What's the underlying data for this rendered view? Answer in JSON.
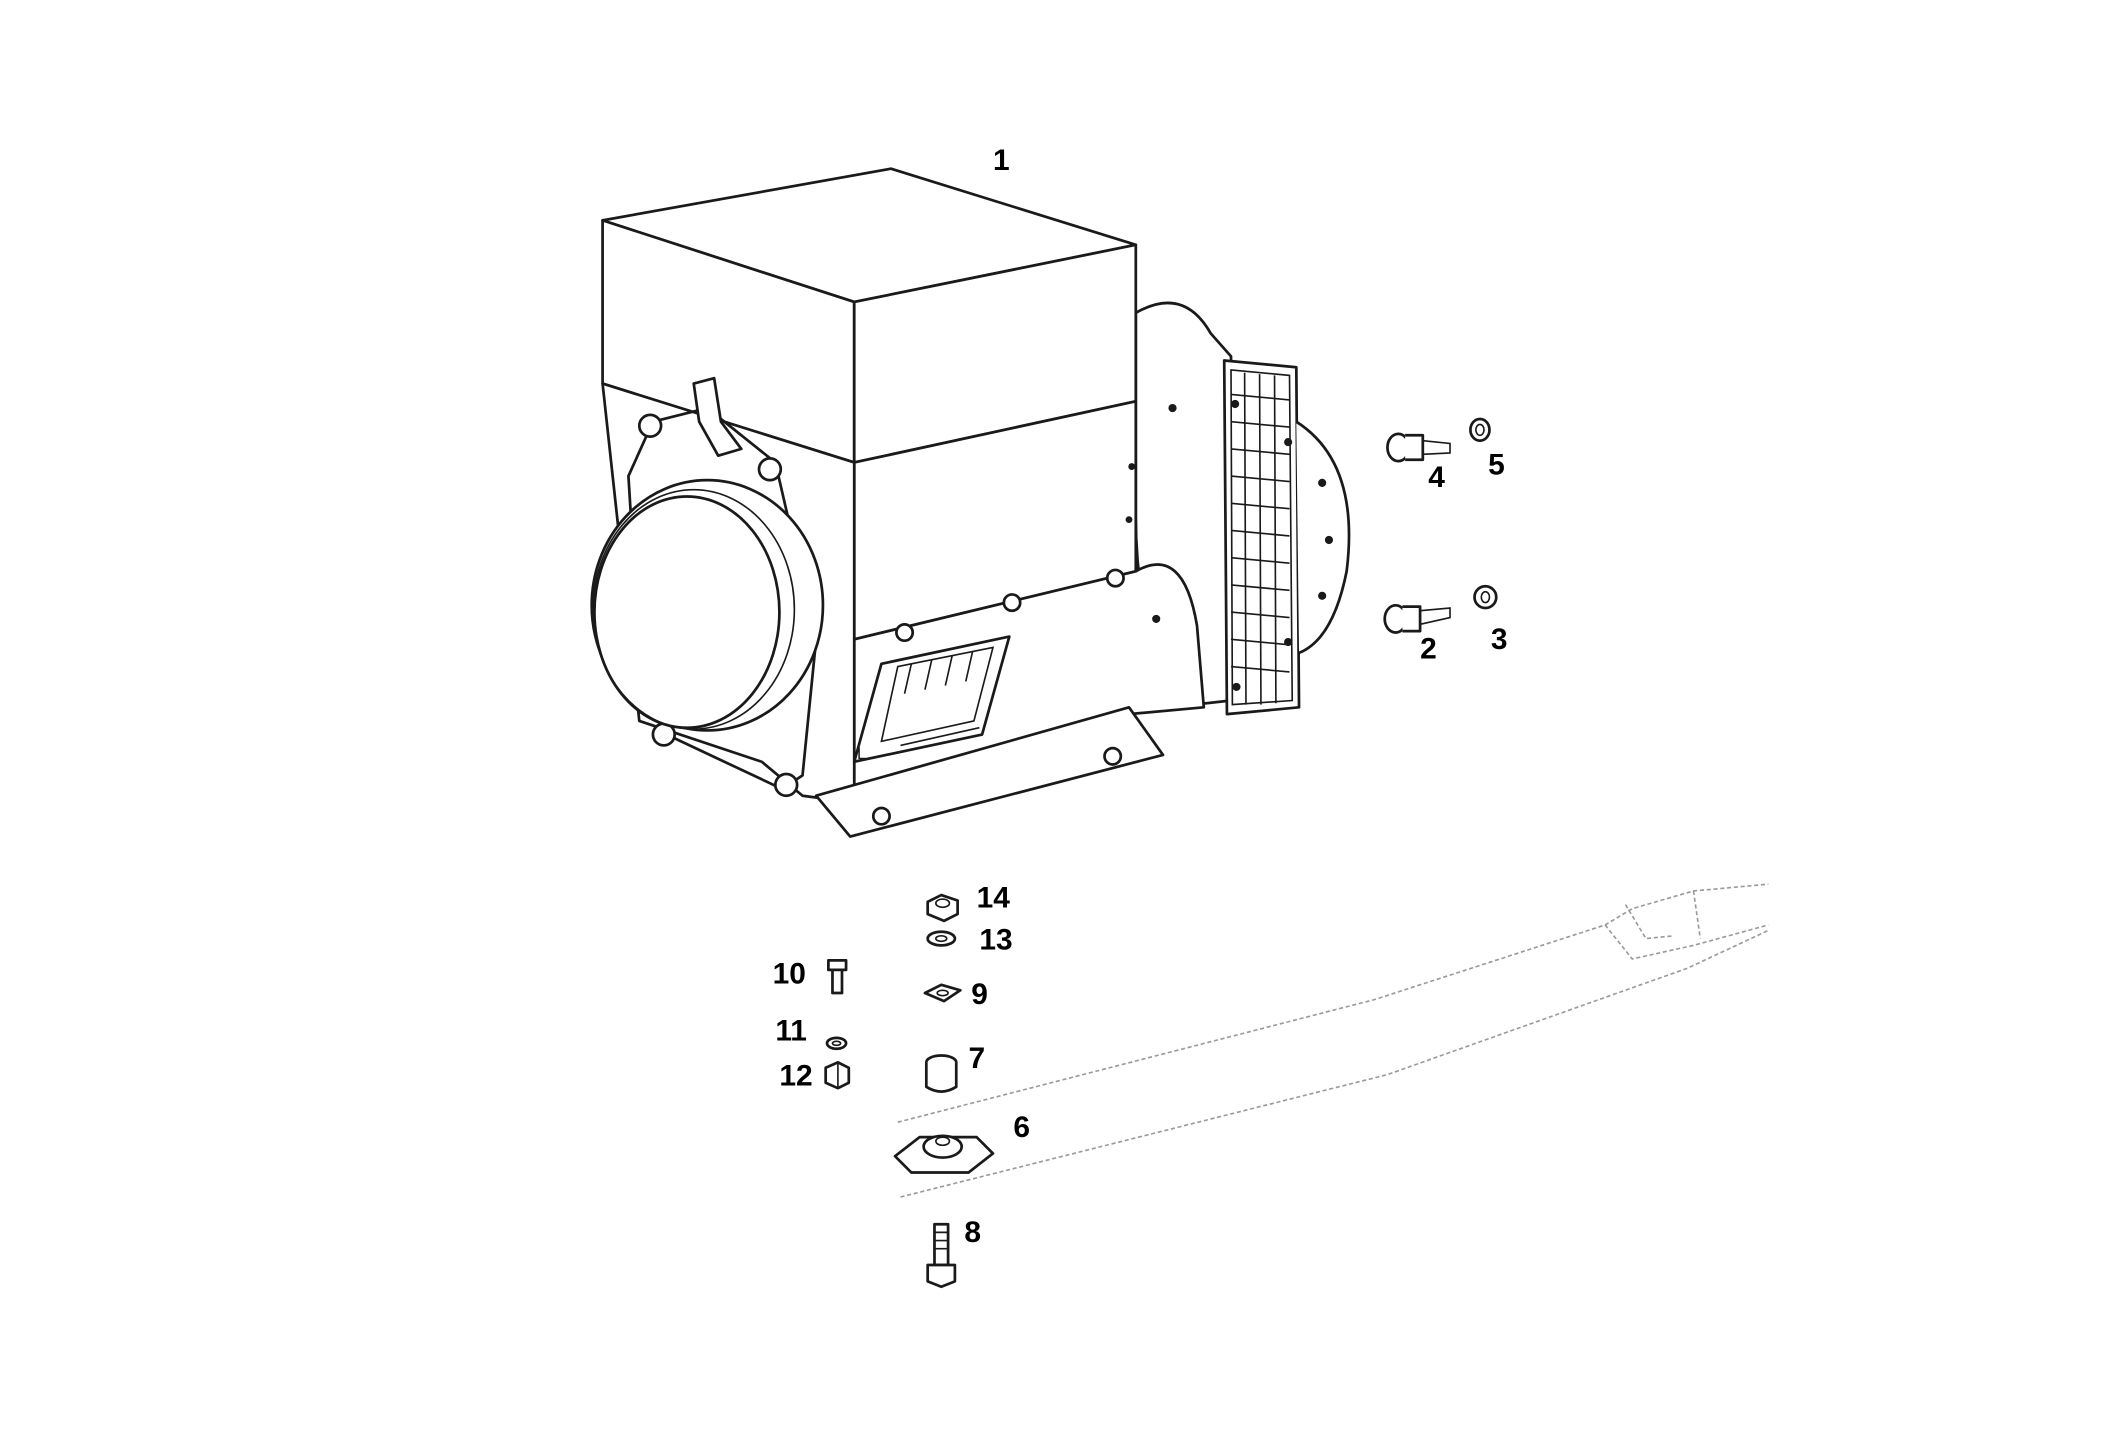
{
  "callouts": {
    "c1": "1",
    "c2": "2",
    "c3": "3",
    "c4": "4",
    "c5": "5",
    "c6": "6",
    "c7": "7",
    "c8": "8",
    "c9": "9",
    "c10": "10",
    "c11": "11",
    "c12": "12",
    "c13": "13",
    "c14": "14"
  },
  "colors": {
    "ink": "#1a1a1a",
    "background": "#ffffff",
    "faint": "#9a9a9a"
  }
}
